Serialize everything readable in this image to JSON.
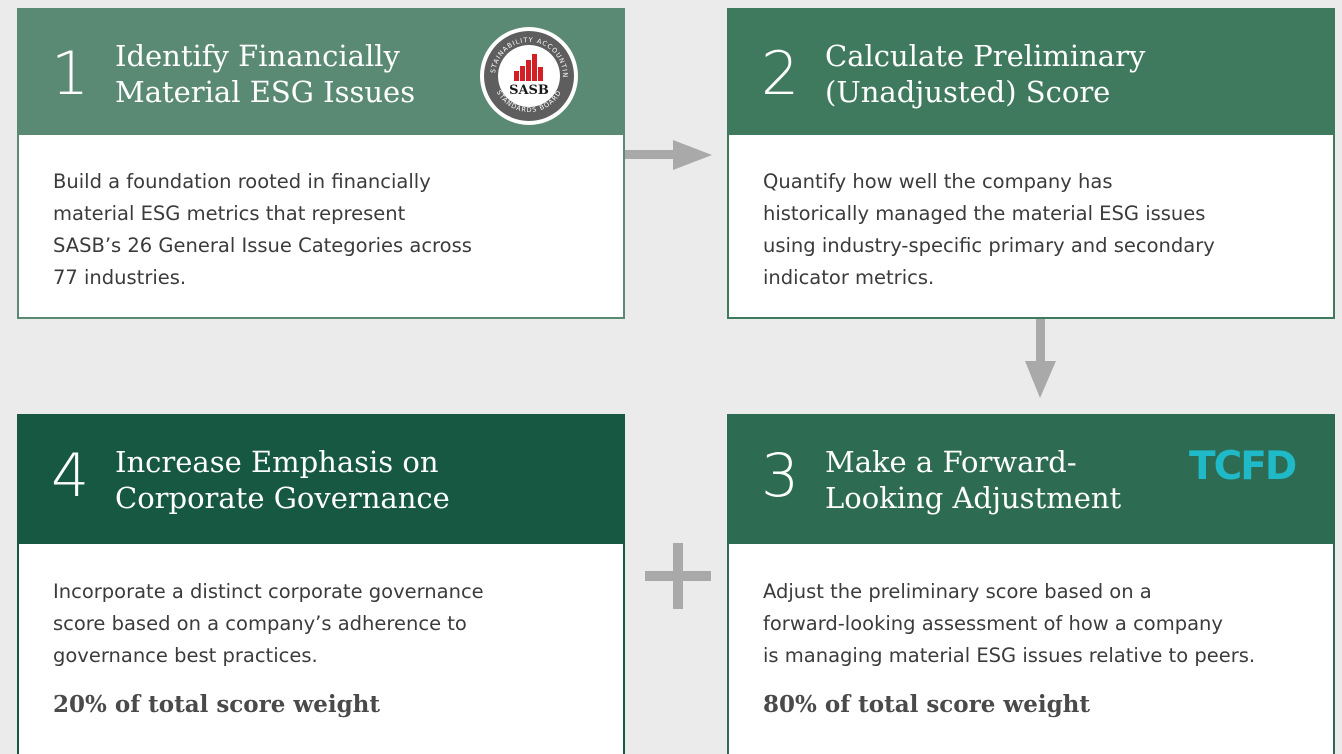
{
  "steps": {
    "s1": {
      "number": "1",
      "title_line1": "Identify Financially",
      "title_line2": "Material ESG Issues",
      "body": [
        "Build a foundation rooted in financially",
        "material ESG metrics that represent",
        "SASB’s 26 General Issue Categories across",
        "77 industries."
      ],
      "logo": {
        "text": "SASB",
        "ring_top": "SUSTAINABILITY ACCOUNTING",
        "ring_bottom": "STANDARDS BOARD"
      }
    },
    "s2": {
      "number": "2",
      "title_line1": "Calculate Preliminary",
      "title_line2": "(Unadjusted) Score",
      "body": [
        "Quantify how well the company has",
        "historically managed the material ESG issues",
        "using industry-specific primary and secondary",
        "indicator metrics."
      ]
    },
    "s3": {
      "number": "3",
      "title_line1": "Make a Forward-",
      "title_line2": "Looking Adjustment",
      "body": [
        "Adjust the preliminary score based on a",
        "forward-looking assessment of how a company",
        "is managing material ESG issues relative to peers."
      ],
      "weight": "80% of total score weight",
      "logo": {
        "text": "TCFD"
      }
    },
    "s4": {
      "number": "4",
      "title_line1": "Increase Emphasis on",
      "title_line2": "Corporate Governance",
      "body": [
        "Incorporate a distinct corporate governance",
        "score based on a company’s adherence to",
        "governance best practices."
      ],
      "weight": "20% of total score weight"
    }
  },
  "colors": {
    "card1": "#5b8a74",
    "card2": "#3f7a5e",
    "card3": "#2d6c52",
    "card4": "#165841",
    "connector": "#a9a9a9",
    "tcfd": "#1fb9c8"
  }
}
